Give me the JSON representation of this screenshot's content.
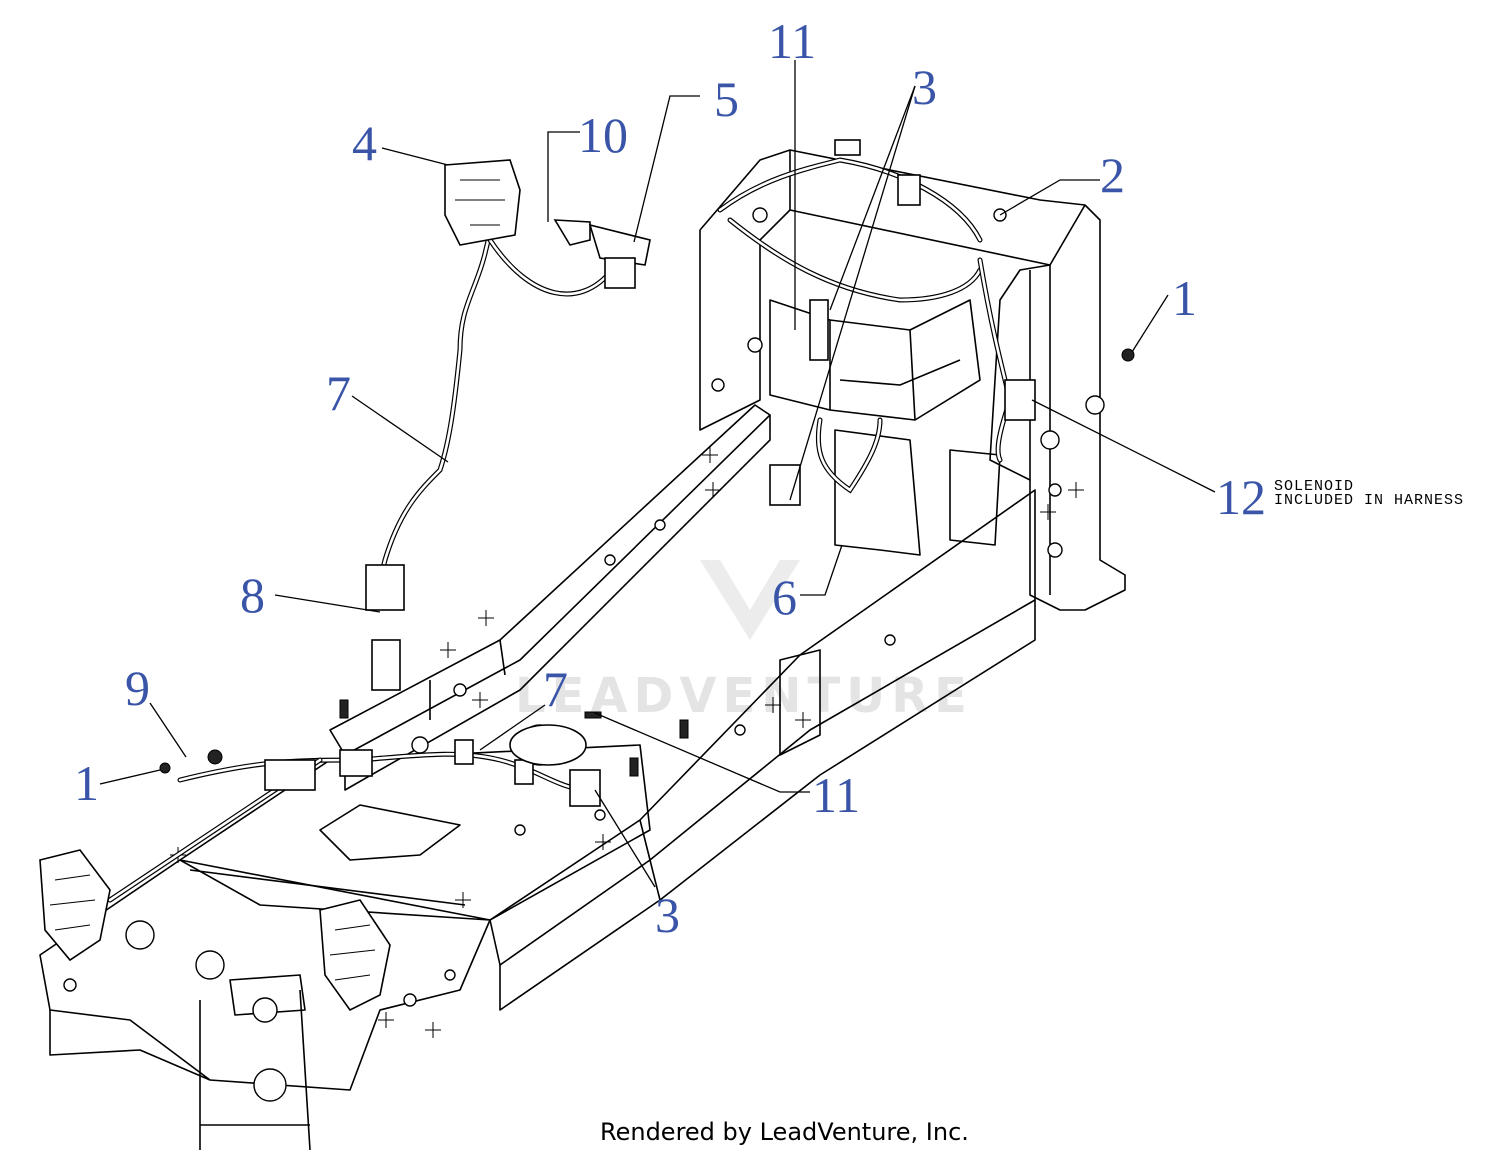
{
  "callouts": [
    {
      "id": "c4",
      "text": "4"
    },
    {
      "id": "c10",
      "text": "10"
    },
    {
      "id": "c5",
      "text": "5"
    },
    {
      "id": "c11-top",
      "text": "11"
    },
    {
      "id": "c3-top",
      "text": "3"
    },
    {
      "id": "c2",
      "text": "2"
    },
    {
      "id": "c1-right",
      "text": "1"
    },
    {
      "id": "c7-upper",
      "text": "7"
    },
    {
      "id": "c12",
      "text": "12"
    },
    {
      "id": "c6",
      "text": "6"
    },
    {
      "id": "c8",
      "text": "8"
    },
    {
      "id": "c9",
      "text": "9"
    },
    {
      "id": "c7-lower",
      "text": "7"
    },
    {
      "id": "c1-left",
      "text": "1"
    },
    {
      "id": "c11-lower",
      "text": "11"
    },
    {
      "id": "c3-lower",
      "text": "3"
    }
  ],
  "note": {
    "line1": "SOLENOID",
    "line2": "INCLUDED IN HARNESS"
  },
  "watermark": "LEADVENTURE",
  "footer": "Rendered by LeadVenture, Inc."
}
